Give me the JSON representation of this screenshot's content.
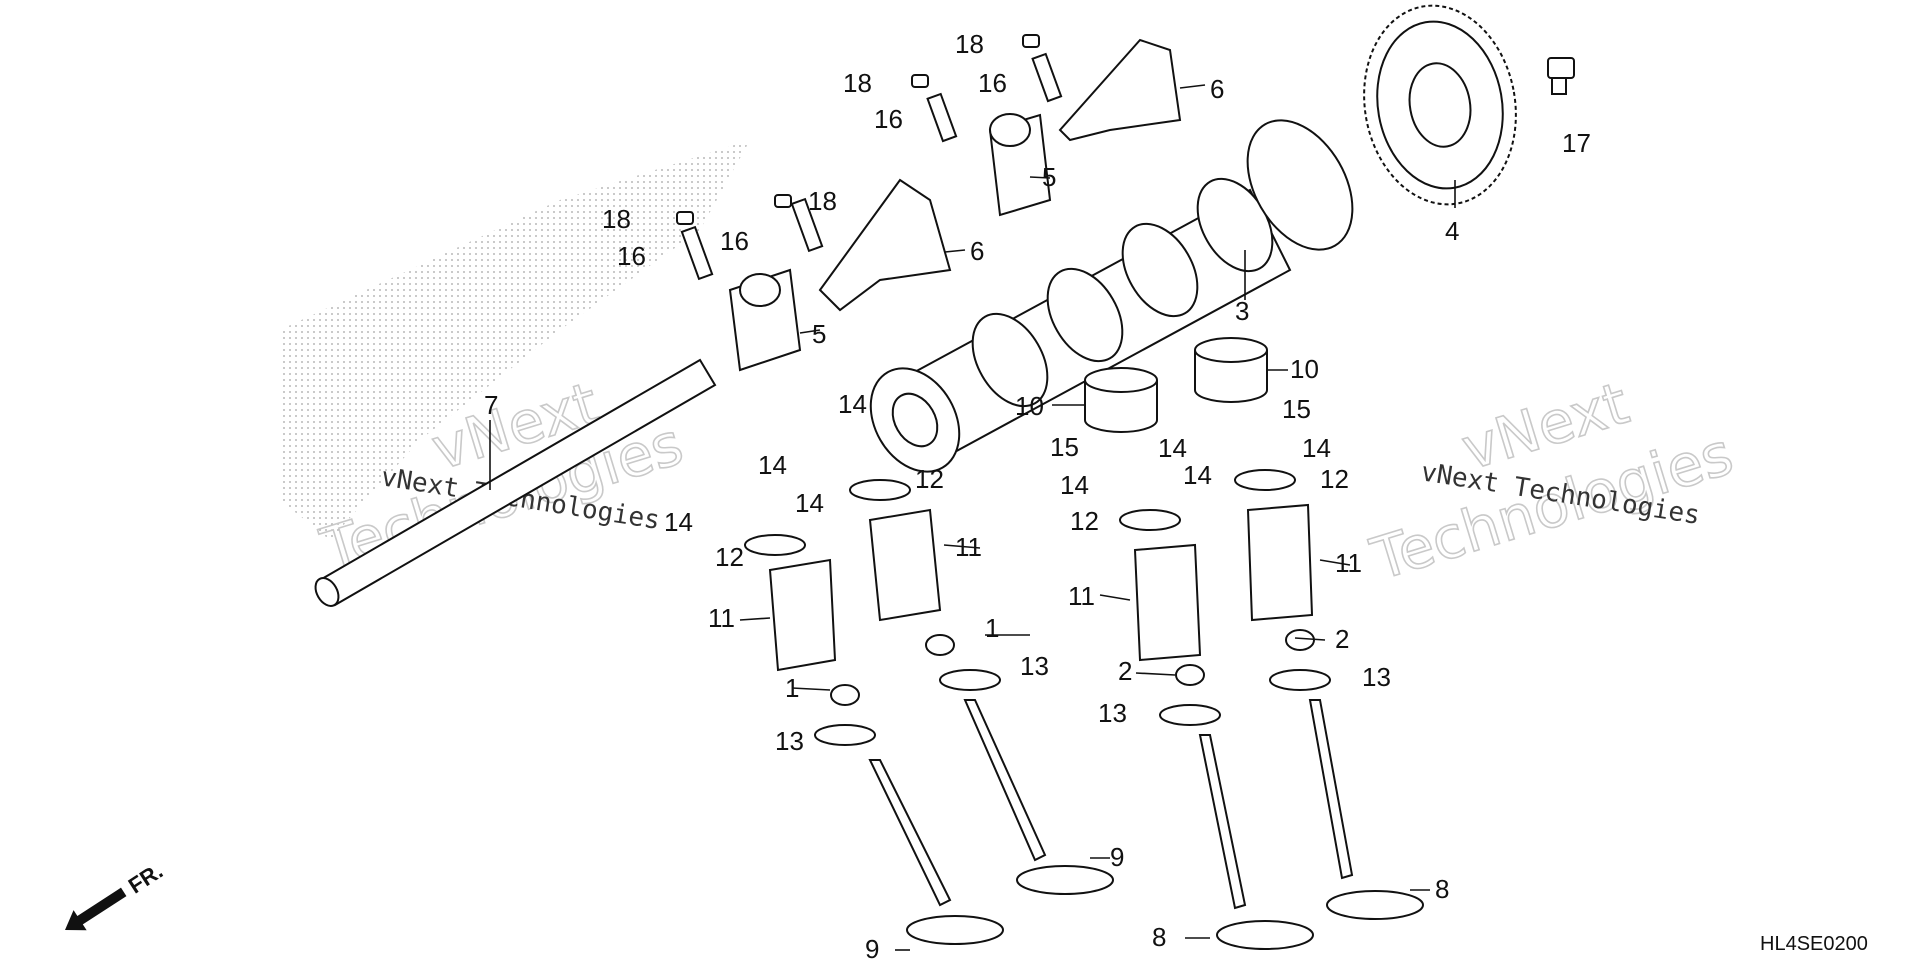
{
  "diagram": {
    "code": "HL4SE0200",
    "front_label": "FR.",
    "watermarks": [
      {
        "top": "vNext",
        "bottom": "Technologies"
      },
      {
        "top": "vNext",
        "bottom": "Technologies"
      }
    ],
    "watermark_lines": [
      "vNext Technologies",
      "vNext Technologies"
    ],
    "callouts": [
      "1",
      "1",
      "2",
      "2",
      "3",
      "4",
      "5",
      "5",
      "6",
      "6",
      "7",
      "8",
      "8",
      "9",
      "9",
      "10",
      "10",
      "11",
      "11",
      "11",
      "11",
      "12",
      "12",
      "12",
      "12",
      "13",
      "13",
      "13",
      "13",
      "14",
      "14",
      "14",
      "14",
      "14",
      "14",
      "14",
      "14",
      "15",
      "15",
      "16",
      "16",
      "16",
      "16",
      "17",
      "18",
      "18",
      "18",
      "18"
    ]
  }
}
